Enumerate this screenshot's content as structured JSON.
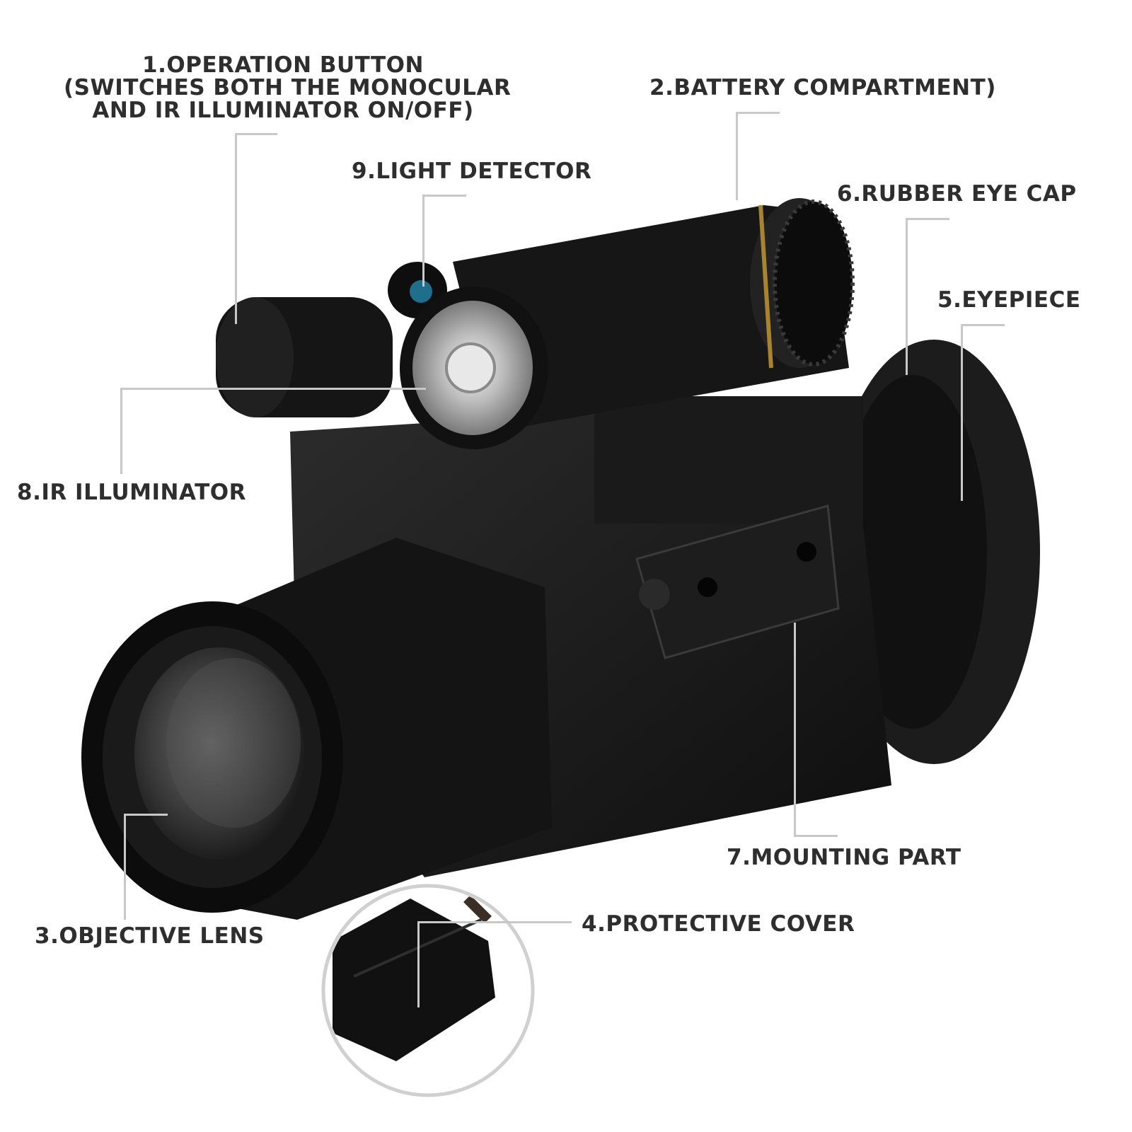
{
  "diagram": {
    "subject": "night vision monocular",
    "line_color": "#c8c8c8",
    "text_color": "#2e2e2e",
    "labels": [
      {
        "id": 1,
        "lines": [
          "1.OPERATION BUTTON",
          "(SWITCHES BOTH THE MONOCULAR",
          "AND IR ILLUMINATOR ON/OFF)"
        ]
      },
      {
        "id": 2,
        "text": "2.BATTERY COMPARTMENT)"
      },
      {
        "id": 3,
        "text": "3.OBJECTIVE LENS"
      },
      {
        "id": 4,
        "text": "4.PROTECTIVE COVER"
      },
      {
        "id": 5,
        "text": "5.EYEPIECE"
      },
      {
        "id": 6,
        "text": "6.RUBBER EYE CAP"
      },
      {
        "id": 7,
        "text": "7.MOUNTING PART"
      },
      {
        "id": 8,
        "text": "8.IR ILLUMINATOR"
      },
      {
        "id": 9,
        "text": "9.LIGHT DETECTOR"
      }
    ]
  }
}
